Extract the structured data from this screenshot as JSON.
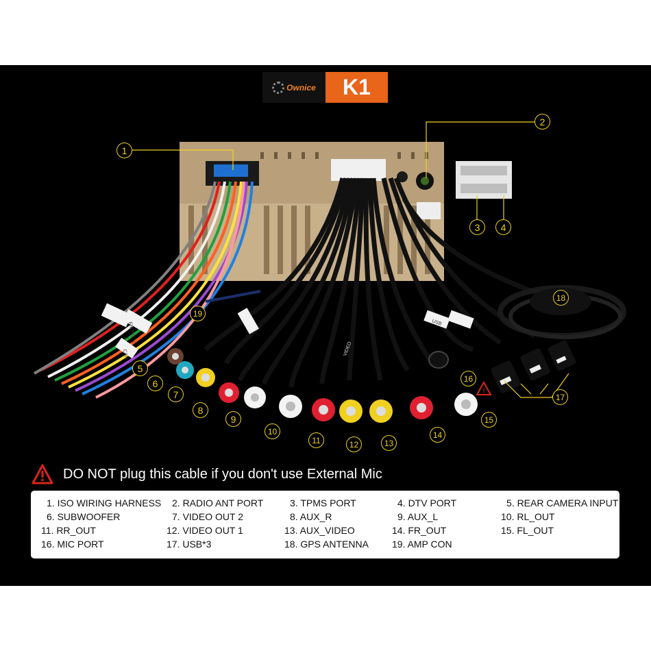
{
  "logo": {
    "brand": "Ownice",
    "model": "K1"
  },
  "callouts": [
    "1",
    "2",
    "3",
    "4",
    "5",
    "6",
    "7",
    "8",
    "9",
    "10",
    "11",
    "12",
    "13",
    "14",
    "15",
    "16",
    "17",
    "18",
    "19"
  ],
  "box_labels": {
    "label_a": "FRONT_L",
    "label_b": "CAN",
    "label_c": "USB",
    "label_d": "VIDEO"
  },
  "warning": {
    "text": "DO NOT plug this cable if you don't use External Mic"
  },
  "legend": [
    "1. ISO WIRING HARNESS",
    "2. RADIO ANT PORT",
    "3. TPMS PORT",
    "4. DTV PORT",
    "5. REAR CAMERA INPUT",
    "6. SUBWOOFER",
    "7. VIDEO OUT 2",
    "8. AUX_R",
    "9.  AUX_L",
    "10. RL_OUT",
    "11. RR_OUT",
    "12. VIDEO OUT 1",
    "13. AUX_VIDEO",
    "14. FR_OUT",
    "15. FL_OUT",
    "16. MIC PORT",
    "17. USB*3",
    "18. GPS ANTENNA",
    "19. AMP CON"
  ],
  "colors": {
    "callout": "#f0d020",
    "logo_accent": "#e8651a",
    "unit_body": "#c7b08a",
    "warning_red": "#d8261c"
  }
}
